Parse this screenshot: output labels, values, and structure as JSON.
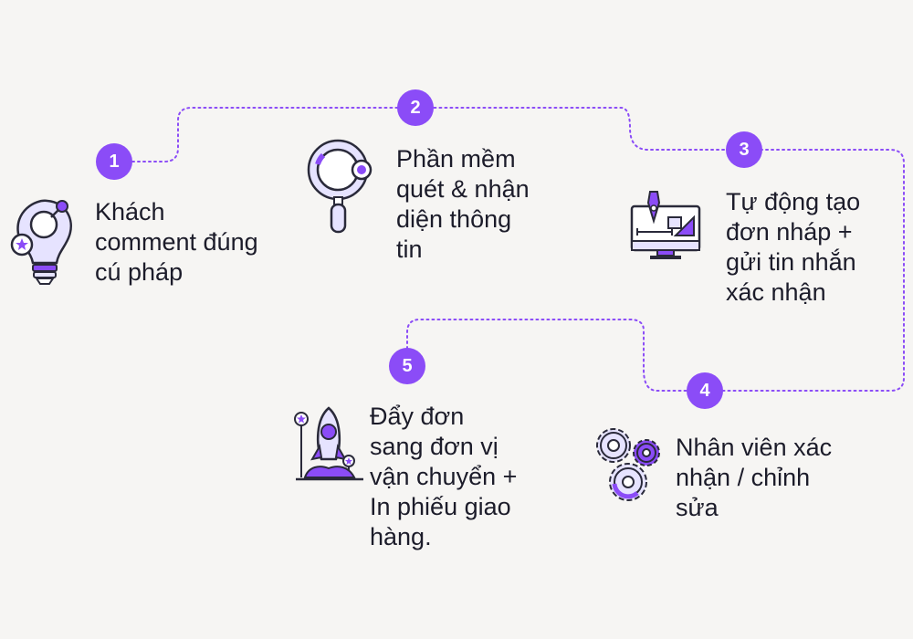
{
  "colors": {
    "accent": "#8b4cf7",
    "text": "#1c1c2a",
    "background": "#f6f5f3",
    "icon_outline": "#2a2a3a",
    "icon_fill": "#e6e3ff"
  },
  "steps": [
    {
      "number": "1",
      "text": "Khách\ncomment đúng\ncú pháp",
      "icon": "lightbulb-icon"
    },
    {
      "number": "2",
      "text": "Phần mềm\nquét & nhận\ndiện thông\ntin",
      "icon": "magnifier-icon"
    },
    {
      "number": "3",
      "text": "Tự động tạo\nđơn nháp +\ngửi tin nhắn\nxác nhận",
      "icon": "design-monitor-icon"
    },
    {
      "number": "4",
      "text": "Nhân viên xác\nnhận / chỉnh\nsửa",
      "icon": "gears-icon"
    },
    {
      "number": "5",
      "text": "Đẩy đơn\nsang đơn vị\nvận chuyển +\nIn phiếu giao\nhàng.",
      "icon": "rocket-icon"
    }
  ]
}
